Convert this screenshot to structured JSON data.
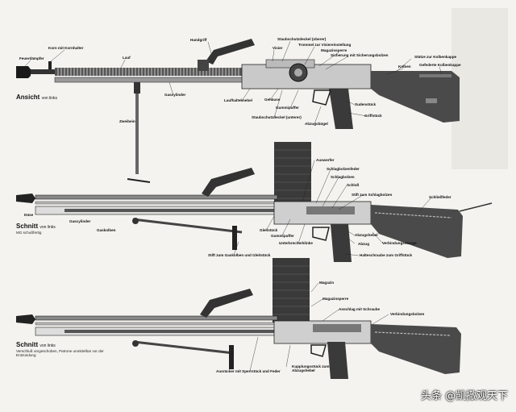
{
  "views": {
    "side": {
      "title": "Ansicht",
      "subtitle": "von links",
      "labels": [
        "Feuerdämpfer",
        "Korn mit Kornhalter",
        "Lauf",
        "Handgriff",
        "Staubschutzdeckel (oberer)",
        "Visier",
        "Trommel zur Visiereinstellung",
        "Magazinsperre",
        "Sicherung mit Sicherungsbolzen",
        "Stütze zur Kolbenkappe",
        "Gefederte Kolbenkappe",
        "Kolben",
        "Gascylinder",
        "Laufhalteknebel",
        "Gehäuse",
        "Gummipuffer",
        "Staubschutzdeckel (unterer)",
        "Abzugsbügel",
        "Zweibein",
        "Sudenstück",
        "Griffstück"
      ]
    },
    "section1": {
      "title": "Schnitt",
      "subtitle": "von links",
      "caption": "MG schußfertig",
      "labels": [
        "Auswerfer",
        "Schlagbolzenfeder",
        "Schlagbolzen",
        "Schloß",
        "Stift zum Schlagbolzen",
        "Schließfeder",
        "Düse",
        "Gascylinder",
        "Gaskolben",
        "Gleitstück",
        "Gummipuffer",
        "Unterbrecherklinke",
        "Abzugshebel",
        "Abzug",
        "Verbindungsstange",
        "Halteschraube zum Griffstück",
        "Stift zum Gaskolben und Gleitstück"
      ]
    },
    "section2": {
      "title": "Schnitt",
      "subtitle": "von links",
      "caption": "Verschluß vorgeschoben, Patrone unmittelbar vor der Entzündung",
      "labels": [
        "Magazin",
        "Magazinsperre",
        "Anschlag mit Schraube",
        "Verbindungsbolzen",
        "Ausrücker mit Sperrstück und Feder",
        "Kupplungsstück zum Abzugshebel"
      ]
    }
  },
  "watermark": "头条 @凯撒观天下",
  "colors": {
    "ink": "#1a1a1a",
    "paper": "#f4f3ef",
    "grey": "#8a8a8a"
  }
}
